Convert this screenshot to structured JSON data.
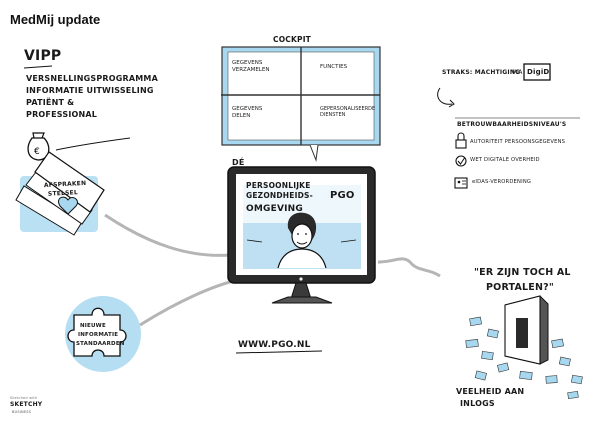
{
  "title": "MedMij update",
  "vipp": {
    "heading": "VIPP",
    "lines": [
      "VERSNELLINGSPROGRAMMA",
      "INFORMATIE UITWISSELING",
      "PATIËNT &",
      "PROFESSIONAL"
    ]
  },
  "cockpit": {
    "label": "COCKPIT",
    "cells": [
      [
        "GEGEVENS",
        "VERZAMELEN"
      ],
      [
        "FUNCTIES"
      ],
      [
        "GEGEVENS",
        "DELEN"
      ],
      [
        "GEPERSONALISEERDE",
        "DIENSTEN"
      ]
    ]
  },
  "screen": {
    "de_label": "DÉ",
    "lines": [
      "PERSOONLIJKE",
      "GEZONDHEIDS-",
      "OMGEVING"
    ],
    "acronym": "PGO"
  },
  "url": "WWW.PGO.NL",
  "straks": {
    "text": "STRAKS: MACHTIGING",
    "via": "VIA",
    "logo": "DigiD"
  },
  "trust": {
    "heading": "BETROUWBAARHEIDSNIVEAU'S",
    "items": [
      {
        "text": "AUTORITEIT PERSOONSGEGEVENS",
        "icon": "lock-icon"
      },
      {
        "text": "WET DIGITALE OVERHEID",
        "icon": "checkmark-circle-icon"
      },
      {
        "text": "eIDAS-VERORDENING",
        "icon": "id-card-icon"
      }
    ]
  },
  "afsprakenstelsel": [
    "AFSPRAKEN",
    "STELSEL"
  ],
  "puzzle": [
    "NIEUWE",
    "INFORMATIE",
    "STANDAARDEN"
  ],
  "quote": [
    "\"ER ZIJN TOCH AL",
    "PORTALEN?\""
  ],
  "veelheid": [
    "VEELHEID AAN",
    "INLOGS"
  ],
  "credit": {
    "small": "Sketched with",
    "brand": "SKETCHY",
    "sub": "BUSINESS"
  },
  "colors": {
    "accent_blue": "#a8d8f0",
    "ink": "#1a1a1a",
    "grey_line": "#b5b5b5"
  }
}
